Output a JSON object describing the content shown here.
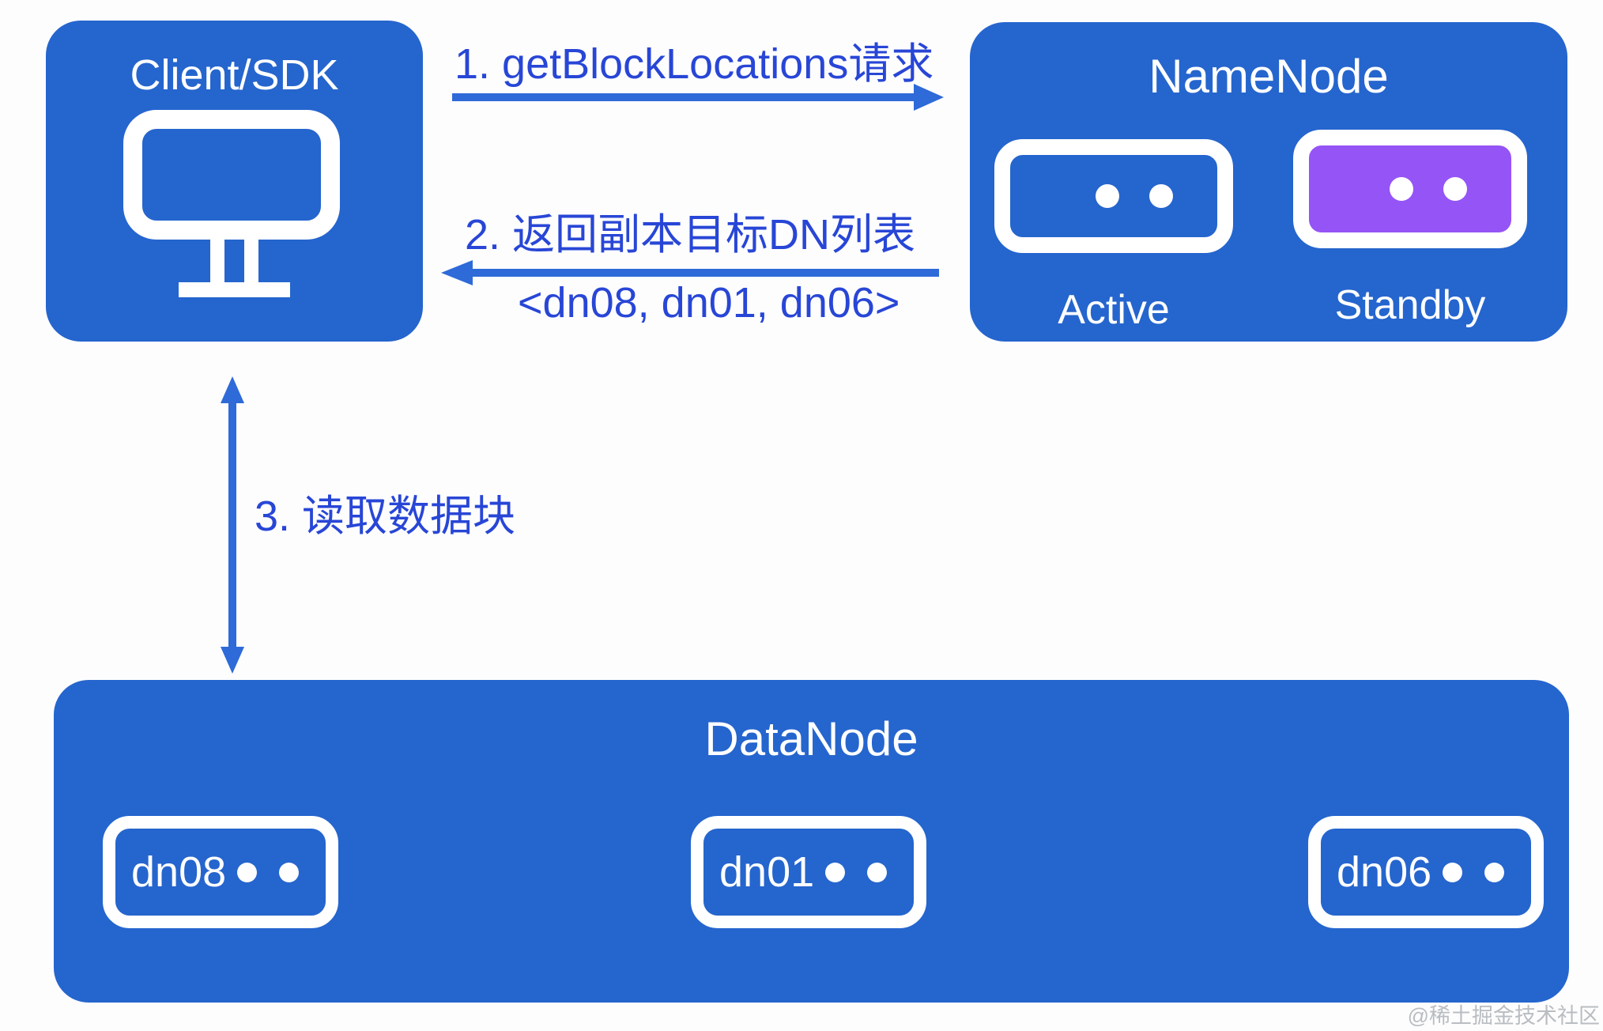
{
  "client": {
    "title": "Client/SDK"
  },
  "namenode": {
    "title": "NameNode",
    "active_label": "Active",
    "standby_label": "Standby"
  },
  "datanode": {
    "title": "DataNode",
    "nodes": [
      {
        "label": "dn08"
      },
      {
        "label": "dn01"
      },
      {
        "label": "dn06"
      }
    ]
  },
  "steps": {
    "step1": "1. getBlockLocations请求",
    "step2": "2. 返回副本目标DN列表",
    "step2_detail": "<dn08, dn01, dn06>",
    "step3": "3. 读取数据块"
  },
  "watermark": "@稀土掘金技术社区",
  "colors": {
    "primary_blue": "#2565CE",
    "standby_purple": "#9554F6",
    "step_text_blue": "#2846D6",
    "arrow_blue": "#2E6AD8",
    "watermark_gray": "#B9BDC1",
    "background": "#FDFDFE"
  }
}
